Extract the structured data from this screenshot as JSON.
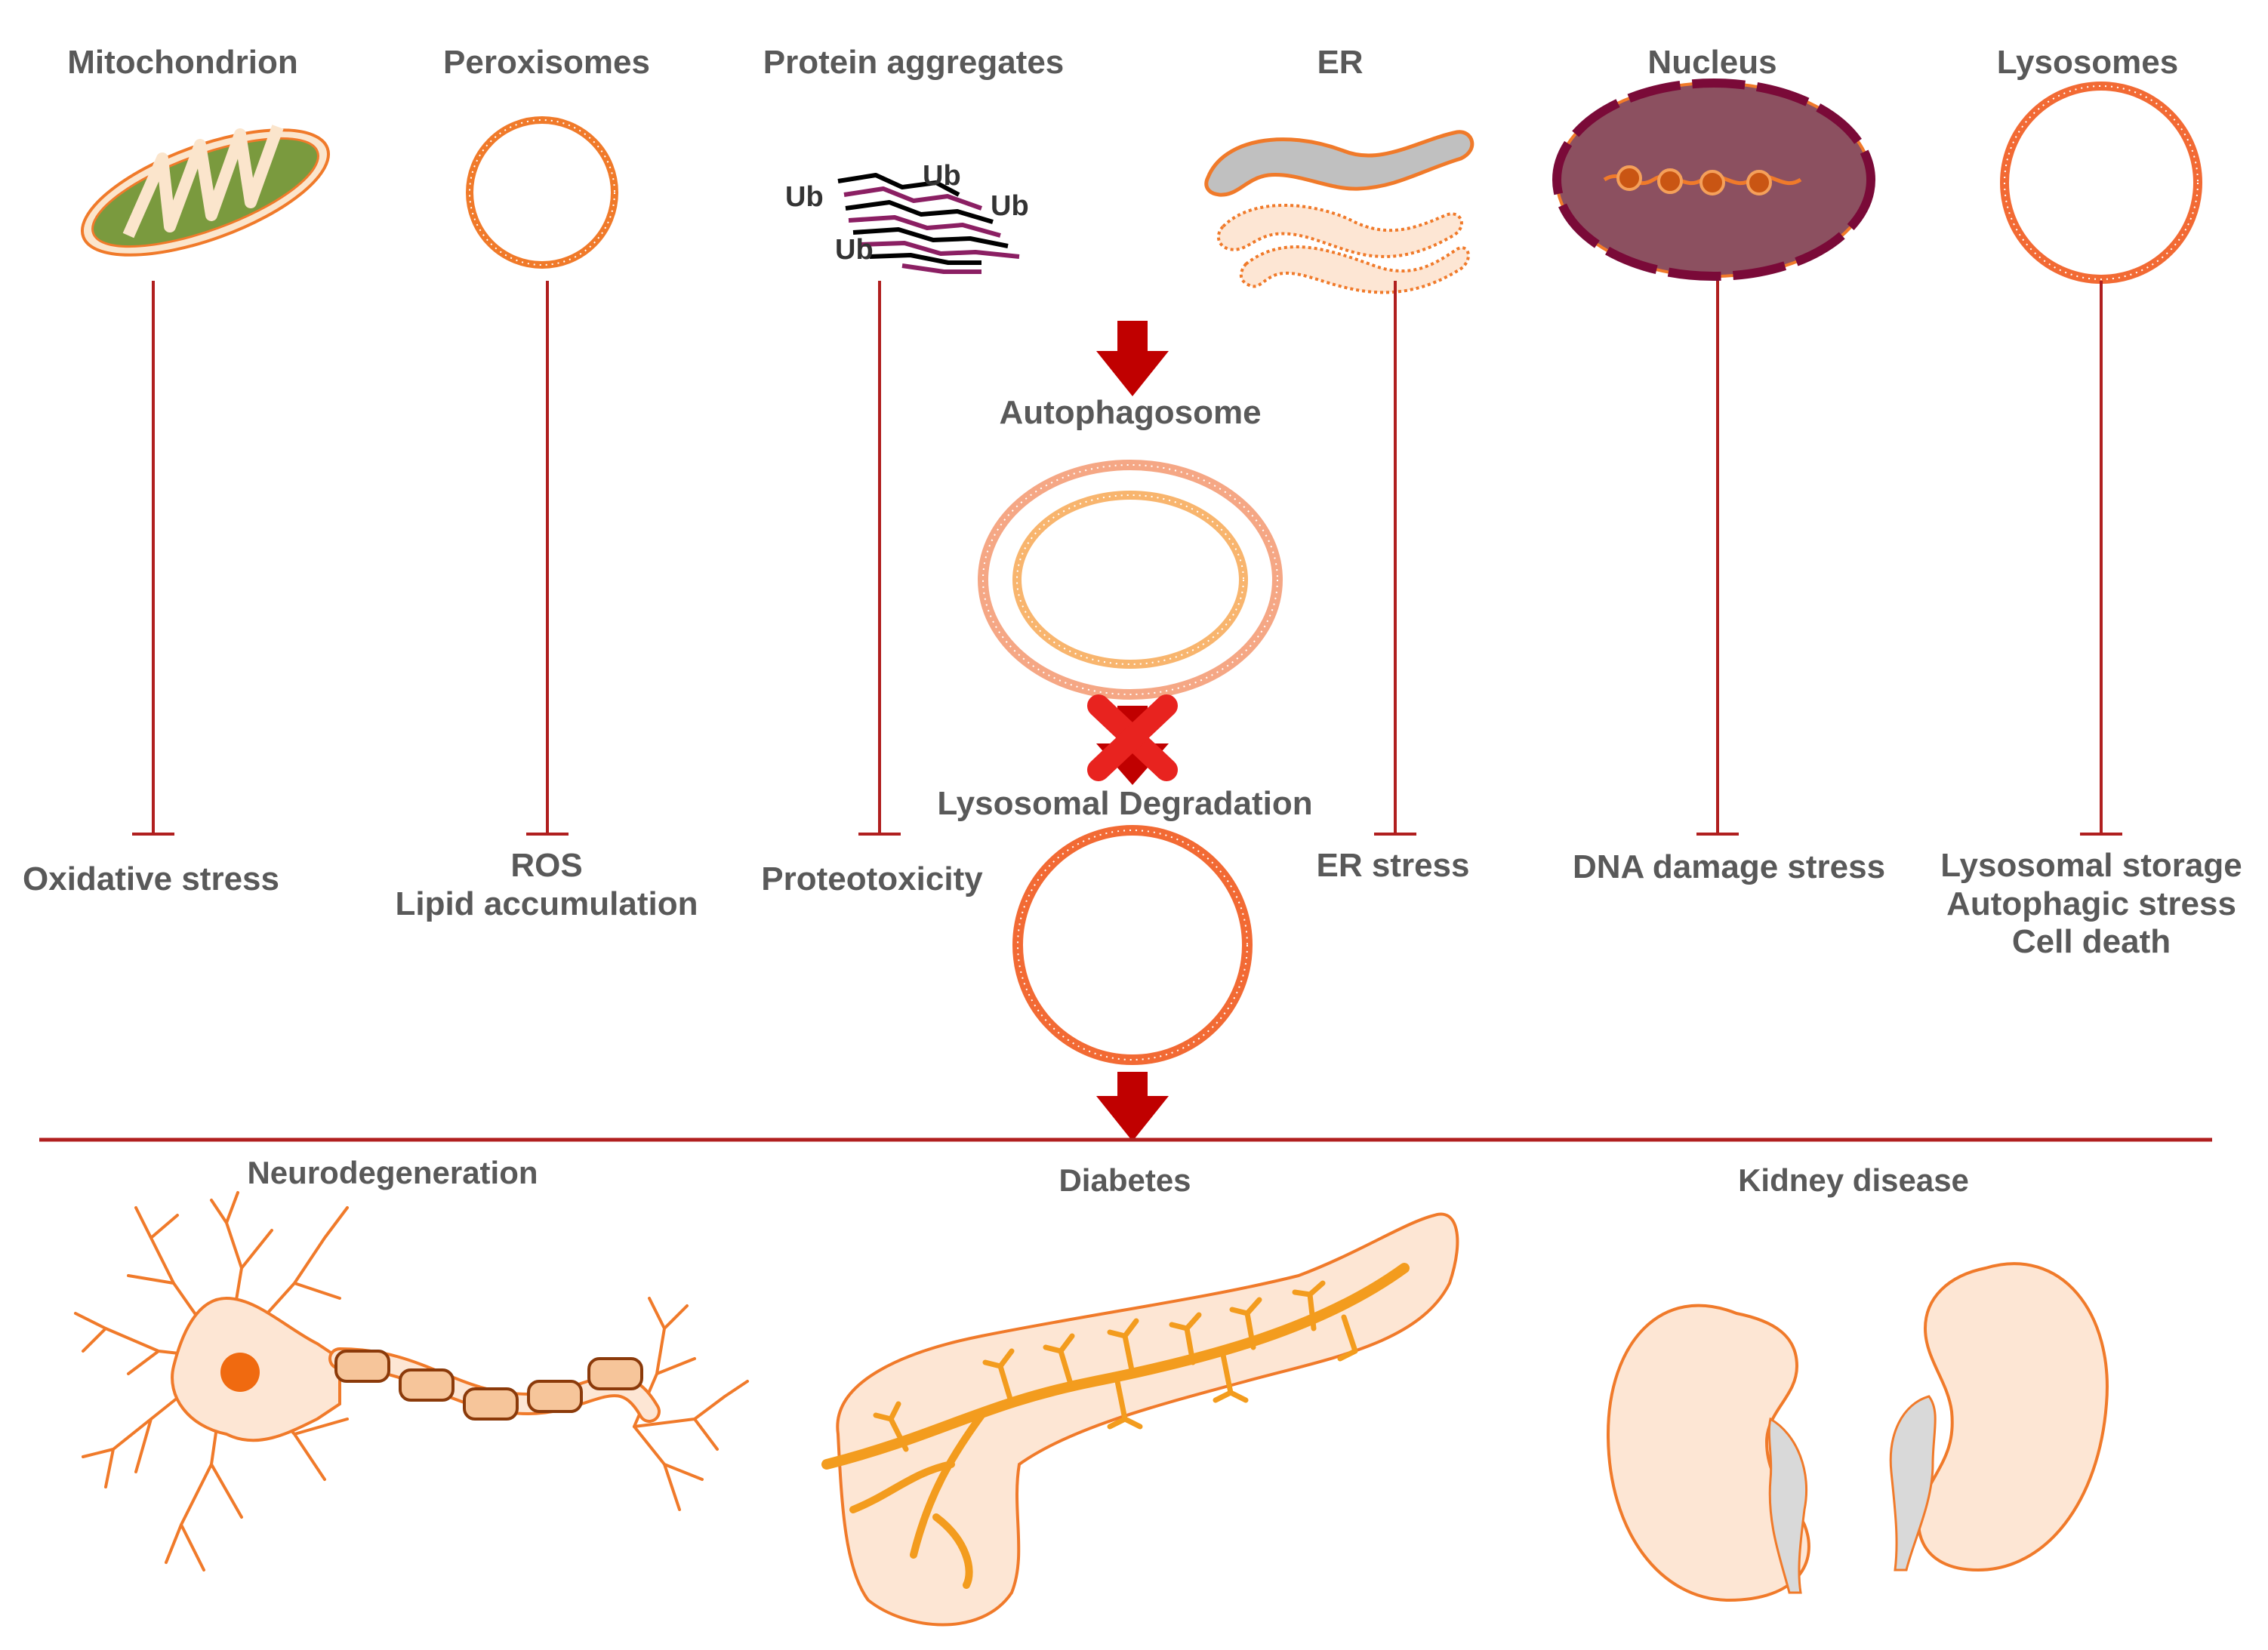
{
  "organelles": [
    {
      "name": "Mitochondrion",
      "outcome": [
        "Oxidative stress"
      ]
    },
    {
      "name": "Peroxisomes",
      "outcome": [
        "ROS",
        "Lipid accumulation"
      ]
    },
    {
      "name": "Protein aggregates",
      "outcome": [
        "Proteotoxicity"
      ]
    },
    {
      "name": "ER",
      "outcome": [
        "ER stress"
      ]
    },
    {
      "name": "Nucleus",
      "outcome": [
        "DNA damage stress"
      ]
    },
    {
      "name": "Lysosomes",
      "outcome": [
        "Lysosomal storage",
        "Autophagic stress",
        "Cell death"
      ]
    }
  ],
  "ub_label": "Ub",
  "center": {
    "autophagosome": "Autophagosome",
    "degradation": "Lysosomal Degradation"
  },
  "diseases": [
    "Neurodegeneration",
    "Diabetes",
    "Kidney disease"
  ],
  "colors": {
    "inhibition_line": "#b01f1f",
    "arrow": "#c00000",
    "block_x": "#e8231f",
    "membrane_orange": "#f07a2a",
    "mito_green": "#7a9a3e",
    "nucleus_fill": "#8c5060",
    "pancreas_duct": "#f39c1e",
    "text": "#595959"
  }
}
